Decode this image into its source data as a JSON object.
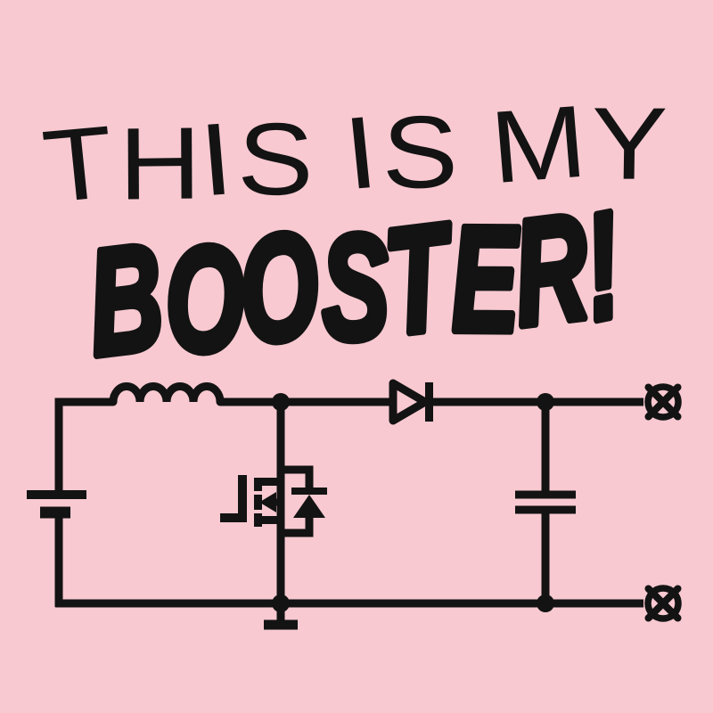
{
  "colors": {
    "background": "#f8c9d1",
    "ink": "#131313"
  },
  "headline": {
    "line1": "THIS IS MY",
    "line2": "BOOSTER!"
  },
  "schematic": {
    "title": "boost-converter-circuit",
    "components": [
      {
        "name": "dc-source-battery"
      },
      {
        "name": "input-inductor"
      },
      {
        "name": "nmos-switch-with-body-diode"
      },
      {
        "name": "boost-diode"
      },
      {
        "name": "output-capacitor"
      },
      {
        "name": "ground-reference"
      },
      {
        "name": "output-terminal-top"
      },
      {
        "name": "output-terminal-bottom"
      }
    ]
  }
}
